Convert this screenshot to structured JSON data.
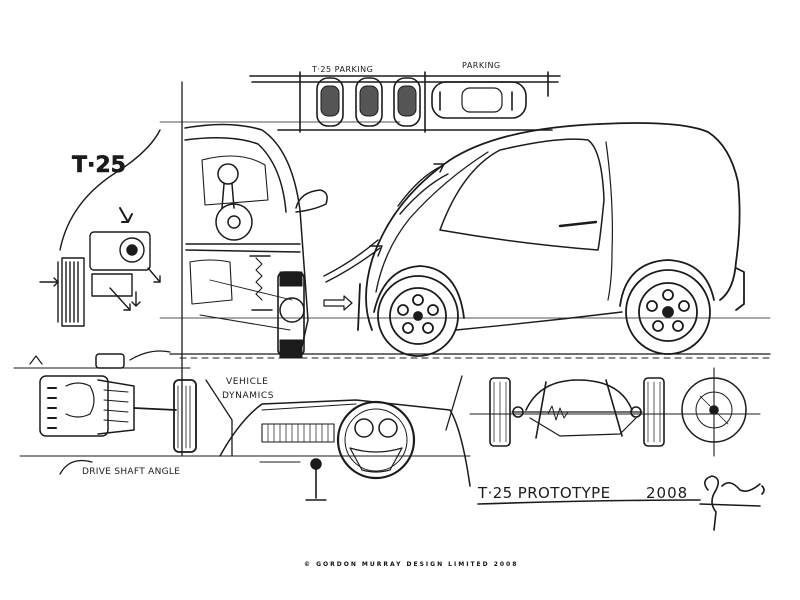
{
  "sketch": {
    "badge": "T·25",
    "parking_label_left": "T·25 PARKING",
    "parking_label_right": "PARKING",
    "dynamics_label_line1": "VEHICLE",
    "dynamics_label_line2": "DYNAMICS",
    "drive_shaft_label": "DRIVE SHAFT ANGLE",
    "prototype_title": "T·25 PROTOTYPE",
    "year": "2008",
    "copyright": "© GORDON MURRAY DESIGN LIMITED 2008"
  }
}
